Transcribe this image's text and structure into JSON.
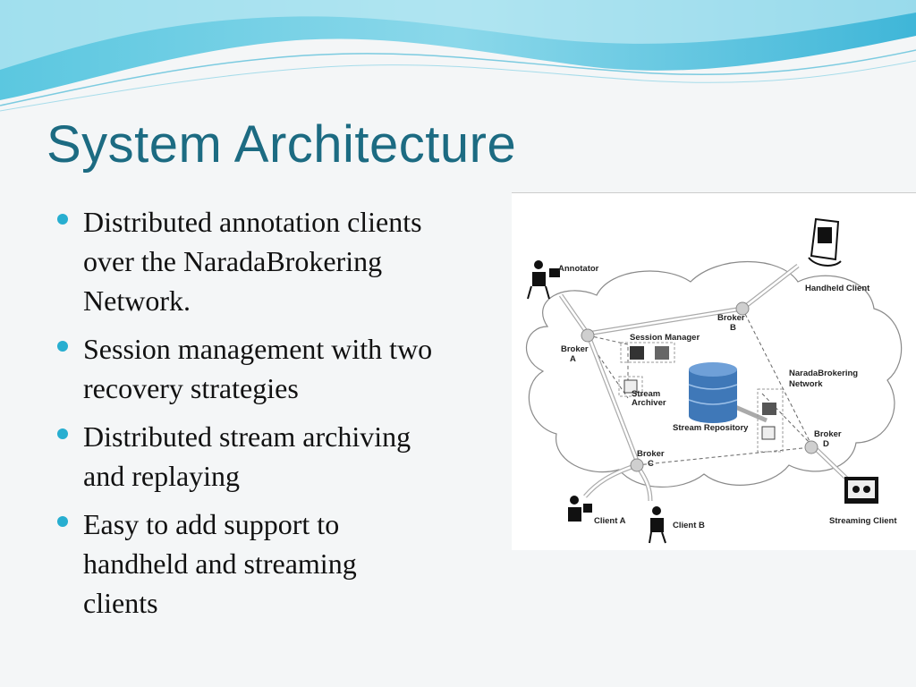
{
  "slide": {
    "title": "System Architecture",
    "bullets": [
      {
        "line1": "Distributed annotation clients",
        "line2": "over the NaradaBrokering",
        "line3": "Network."
      },
      {
        "line1": "Session management with two",
        "line2": "recovery strategies"
      },
      {
        "line1": "Distributed stream archiving",
        "line2": "and replaying"
      },
      {
        "line1": "Easy to add support to",
        "line2": "handheld and streaming",
        "line3": "clients"
      }
    ],
    "bullet_color": "#27aed0",
    "title_color": "#1c6b82"
  },
  "diagram": {
    "labels": {
      "annotator": "Annotator",
      "handheld_client": "Handheld Client",
      "broker_a_1": "Broker",
      "broker_a_2": "A",
      "broker_b_1": "Broker",
      "broker_b_2": "B",
      "broker_c_1": "Broker",
      "broker_c_2": "C",
      "broker_d_1": "Broker",
      "broker_d_2": "D",
      "session_manager": "Session Manager",
      "stream_archiver_1": "Stream",
      "stream_archiver_2": "Archiver",
      "stream_repository": "Stream Repository",
      "network_1": "NaradaBrokering",
      "network_2": "Network",
      "client_a": "Client A",
      "client_b": "Client B",
      "streaming_client": "Streaming Client"
    },
    "icons": [
      "person-at-computer-icon",
      "handheld-device-icon",
      "database-icon",
      "server-icon",
      "monitor-icon"
    ]
  }
}
